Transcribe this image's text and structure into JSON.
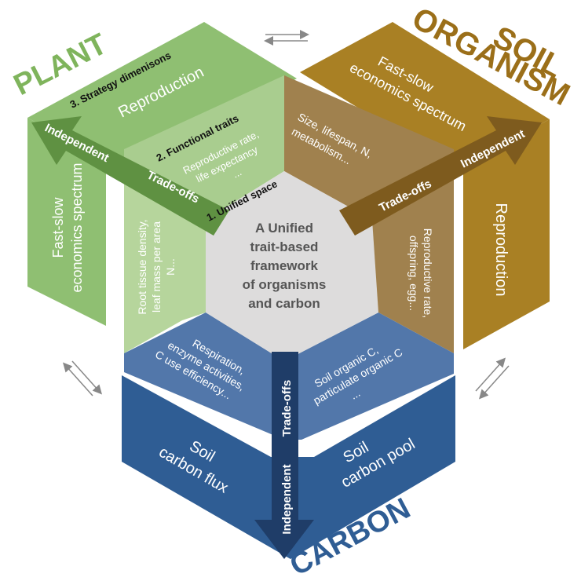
{
  "title": {
    "line1": "A Unified",
    "line2": "trait-based",
    "line3": "framework",
    "line4": "of organisms",
    "line5": "and carbon"
  },
  "levels": {
    "unified_space": "1. Unified space",
    "functional_traits": "2. Functional traits",
    "strategy_dimensions": "3. Strategy dimenisons"
  },
  "plant": {
    "name": "PLANT",
    "color_outer": "#8fbf72",
    "color_mid": "#a9cd8f",
    "color_inner": "#b6d59c",
    "reproduction": "Reproduction",
    "fast_slow_1": "Fast-slow",
    "fast_slow_2": "economics spectrum",
    "trait_top_1": "Reproductive rate,",
    "trait_top_2": "life expectancy",
    "trait_top_3": "...",
    "trait_side_1": "Root tissue density,",
    "trait_side_2": "leaf mass per area",
    "trait_side_3": "N...",
    "axis_independent": "Independent",
    "axis_tradeoffs": "Trade-offs"
  },
  "soil_organism": {
    "name_1": "SOIL",
    "name_2": "ORGANISM",
    "color_outer": "#a98024",
    "color_mid": "#a0814e",
    "fast_slow_1": "Fast-slow",
    "fast_slow_2": "economics spectrum",
    "reproduction": "Reproduction",
    "trait_top_1": "Size, lifespan, N,",
    "trait_top_2": "metabolism...",
    "trait_side_1": "Reproductive rate,",
    "trait_side_2": "offspring, egg...",
    "axis_independent": "Independent",
    "axis_tradeoffs": "Trade-offs"
  },
  "carbon": {
    "name": "CARBON",
    "color_outer": "#2f5d94",
    "color_mid": "#5277aa",
    "flux_1": "Soil",
    "flux_2": "carbon flux",
    "pool_1": "Soil",
    "pool_2": "carbon pool",
    "trait_left_1": "Respiration,",
    "trait_left_2": "enzyme activities,",
    "trait_left_3": "C use efficiency...",
    "trait_right_1": "Soil organic C,",
    "trait_right_2": "particulate organic C",
    "trait_right_3": "...",
    "axis_independent": "Independent",
    "axis_tradeoffs": "Trade-offs"
  },
  "icons": [
    "double-arrow-icon"
  ]
}
